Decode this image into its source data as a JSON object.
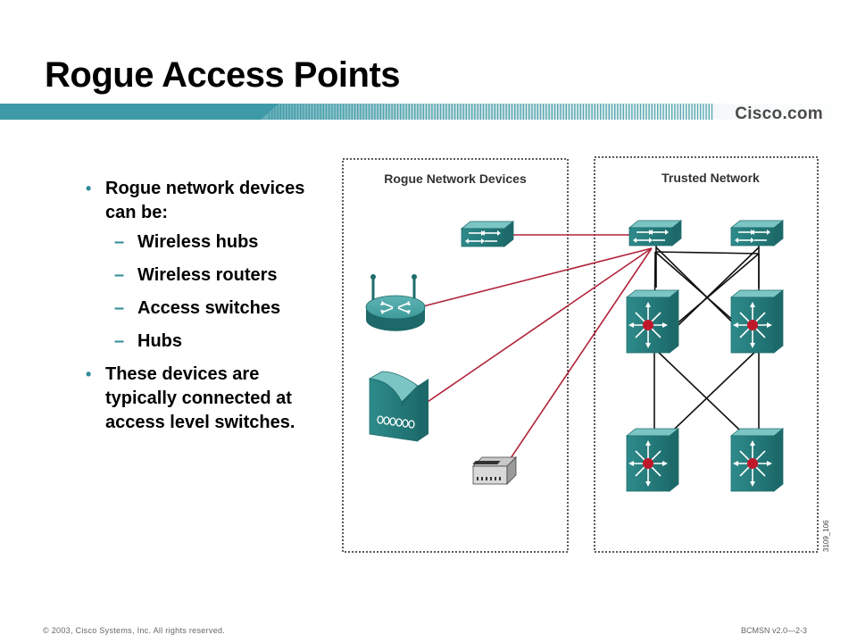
{
  "slide": {
    "title": "Rogue Access Points",
    "brand": "Cisco.com",
    "footer_left": "© 2003, Cisco Systems, Inc. All rights reserved.",
    "footer_right": "BCMSN v2.0—2-3"
  },
  "bullets": [
    {
      "text": "Rogue network devices can be:",
      "sub": [
        "Wireless hubs",
        "Wireless routers",
        "Access switches",
        "Hubs"
      ]
    },
    {
      "text": "These devices are typically connected at access level switches."
    }
  ],
  "diagram": {
    "left_panel_label": "Rogue Network Devices",
    "right_panel_label": "Trusted Network",
    "figure_id": "3109_106",
    "colors": {
      "rogue_link": "#b0233a",
      "trusted_link": "#111111",
      "device": "#2e8b8b",
      "accent": "#3d9aa6"
    }
  }
}
